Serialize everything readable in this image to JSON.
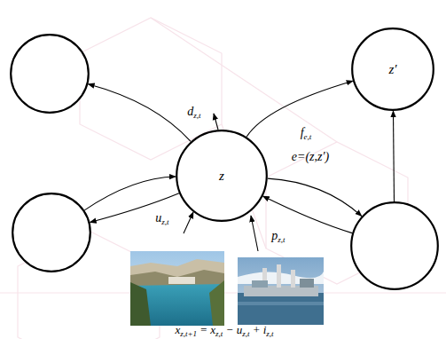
{
  "diagram": {
    "nodes": [
      {
        "text": []
      },
      {
        "text": [
          "z′"
        ]
      },
      {
        "text": [
          "z"
        ]
      },
      {
        "text": []
      },
      {
        "text": []
      }
    ],
    "edges": [
      {
        "from": 2,
        "to": 0,
        "arrow": "to"
      },
      {
        "from": 2,
        "to": 3,
        "arrow": "to"
      },
      {
        "from": 3,
        "to": 2,
        "arrow": "to"
      },
      {
        "from": 2,
        "to": 1,
        "arrow": "to",
        "label": "fe,t"
      },
      {
        "from": 2,
        "to": 4,
        "arrow": "to"
      },
      {
        "from": 4,
        "to": 2,
        "arrow": "to"
      },
      {
        "from": 4,
        "to": 1,
        "arrow": "to"
      }
    ],
    "labels": [
      "dz,t",
      "e=(z,z′)",
      "uz,t",
      "pz,t",
      "xz,t+1 = xz,t − uz,t + iz,t"
    ]
  }
}
